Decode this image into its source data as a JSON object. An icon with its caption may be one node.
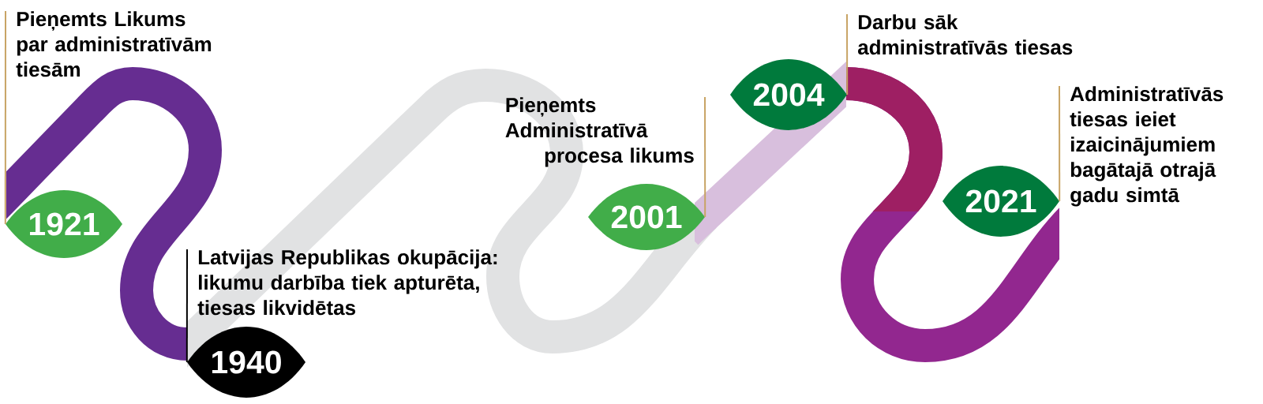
{
  "diagram": {
    "nodes": [
      {
        "text": [
          "Pieņemts Likums par administratīvām tiesām"
        ]
      },
      {
        "text": [
          "1921"
        ]
      },
      {
        "text": [
          "Latvijas Republikas okupācija: likumu darbība tiek apturēta, tiesas likvidētas"
        ]
      },
      {
        "text": [
          "1940"
        ]
      },
      {
        "text": [
          "Pieņemts Administratīvā procesa likums"
        ]
      },
      {
        "text": [
          "2001"
        ]
      },
      {
        "text": [
          "Darbu sāk administratīvās tiesas"
        ]
      },
      {
        "text": [
          "2004"
        ]
      },
      {
        "text": [
          "Administratīvās tiesas ieiet izaicinājumiem bagātajā otrajā gadu simtā"
        ]
      },
      {
        "text": [
          "2021"
        ]
      }
    ],
    "edges": [
      {
        "from": 0,
        "to": 1,
        "arrow": "none"
      },
      {
        "from": 2,
        "to": 3,
        "arrow": "none",
        "color": "#000000"
      },
      {
        "from": 4,
        "to": 5,
        "arrow": "none"
      },
      {
        "from": 6,
        "to": 7,
        "arrow": "none"
      },
      {
        "from": 8,
        "to": 9,
        "arrow": "none"
      }
    ]
  }
}
